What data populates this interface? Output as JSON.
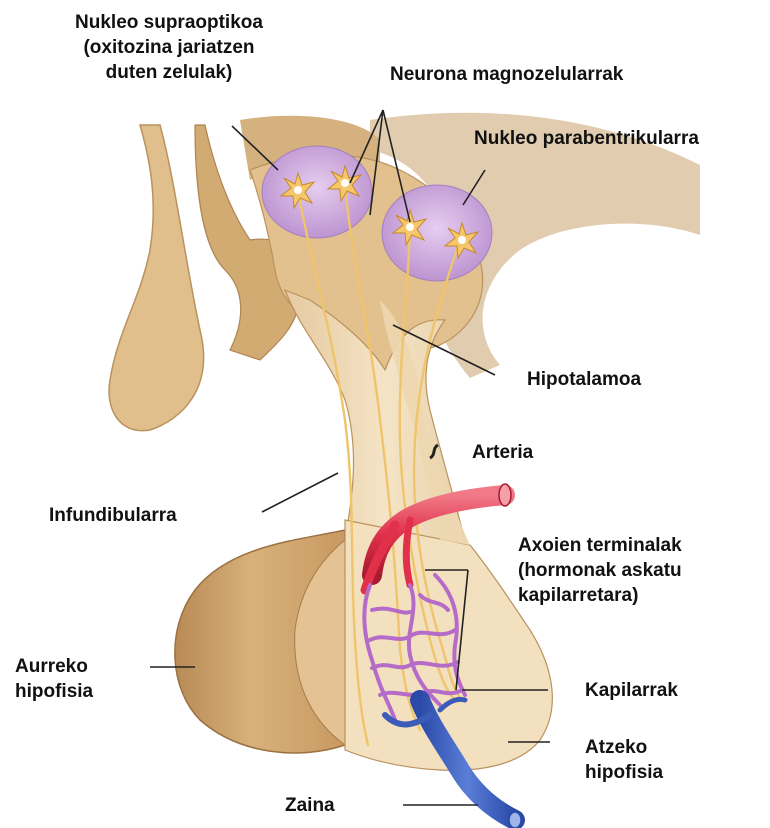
{
  "labels": {
    "supraoptic": [
      "Nukleo supraoptikoa",
      "(oxitozina jariatzen",
      "duten zelulak)"
    ],
    "magnocellular": "Neurona magnozelularrak",
    "paraventricular": "Nukleo parabentrikularra",
    "hypothalamus": "Hipotalamoa",
    "artery": "Arteria",
    "infundibulum": "Infundibularra",
    "axon_terminals": [
      "Axoien terminalak",
      "(hormonak askatu",
      "kapilarretara)"
    ],
    "anterior_pituitary": [
      "Aurreko",
      "hipofisia"
    ],
    "capillaries": "Kapilarrak",
    "posterior_pituitary": [
      "Atzeko",
      "hipofisia"
    ],
    "vein": "Zaina"
  },
  "colors": {
    "tissue_dark": "#c9a26e",
    "tissue_mid": "#dfc08f",
    "tissue_light": "#f1dfbd",
    "nucleus": "#c8a0d8",
    "neuron": "#f5c76a",
    "artery": "#e0304a",
    "vein": "#3a5bb8",
    "capillary": "#b56cc8",
    "leader": "#222222"
  }
}
